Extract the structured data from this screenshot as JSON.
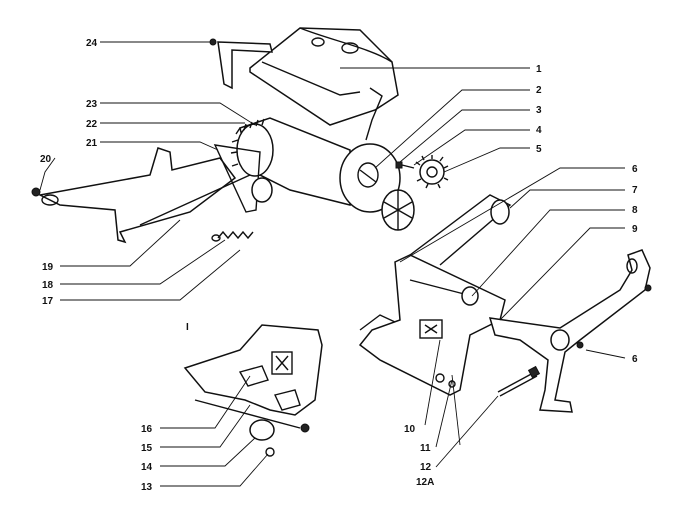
{
  "callouts": {
    "c1": "1",
    "c2": "2",
    "c3": "3",
    "c4": "4",
    "c5": "5",
    "c6a": "6",
    "c6b": "6",
    "c7": "7",
    "c8": "8",
    "c9": "9",
    "c10": "10",
    "c11": "11",
    "c12": "12",
    "c12a": "12A",
    "c13": "13",
    "c14": "14",
    "c15": "15",
    "c16": "16",
    "c17": "17",
    "c18": "18",
    "c19": "19",
    "c20": "20",
    "c21": "21",
    "c22": "22",
    "c23": "23",
    "c24": "24",
    "cI": "I"
  },
  "colors": {
    "ink": "#111111",
    "paper": "#ffffff"
  }
}
